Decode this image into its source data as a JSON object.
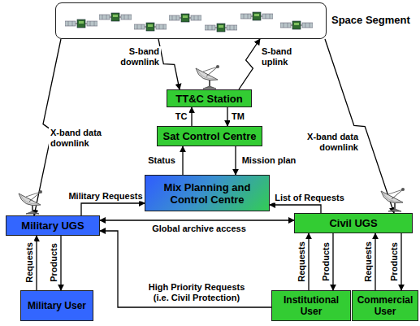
{
  "diagram": {
    "nodes": [
      {
        "text": [
          "Space Segment"
        ]
      },
      {
        "text": [
          "TT&C Station"
        ]
      },
      {
        "text": [
          "Sat Control Centre"
        ]
      },
      {
        "text": [
          "Mix Planning and Control Centre"
        ]
      },
      {
        "text": [
          "Military UGS"
        ]
      },
      {
        "text": [
          "Civil UGS"
        ]
      },
      {
        "text": [
          "Military User"
        ]
      },
      {
        "text": [
          "Institutional User"
        ]
      },
      {
        "text": [
          "Commercial User"
        ]
      }
    ],
    "edges": [
      {
        "from": 0,
        "to": 1,
        "label": "S-band downlink",
        "arrow": "to"
      },
      {
        "from": 1,
        "to": 0,
        "label": "S-band uplink",
        "arrow": "to"
      },
      {
        "from": 0,
        "to": 4,
        "label": "X-band data downlink",
        "arrow": "to"
      },
      {
        "from": 0,
        "to": 5,
        "label": "X-band data downlink",
        "arrow": "to"
      },
      {
        "from": 1,
        "to": 2,
        "label": "TM",
        "arrow": "to"
      },
      {
        "from": 2,
        "to": 1,
        "label": "TC",
        "arrow": "to"
      },
      {
        "from": 2,
        "to": 3,
        "label": "Mission plan",
        "arrow": "to"
      },
      {
        "from": 3,
        "to": 2,
        "label": "Status",
        "arrow": "to"
      },
      {
        "from": 4,
        "to": 3,
        "label": "Military Requests",
        "arrow": "to"
      },
      {
        "from": 5,
        "to": 3,
        "label": "List of Requests",
        "arrow": "to"
      },
      {
        "from": 4,
        "to": 5,
        "label": "Global archive access",
        "arrow": "both"
      },
      {
        "from": 6,
        "to": 4,
        "label": "Requests",
        "arrow": "to"
      },
      {
        "from": 4,
        "to": 6,
        "label": "Products",
        "arrow": "to"
      },
      {
        "from": 7,
        "to": 4,
        "label": "High Priority Requests (i.e. Civil Protection)",
        "arrow": "to"
      },
      {
        "from": 7,
        "to": 5,
        "label": "Requests",
        "arrow": "to"
      },
      {
        "from": 5,
        "to": 7,
        "label": "Products",
        "arrow": "to"
      },
      {
        "from": 8,
        "to": 5,
        "label": "Requests",
        "arrow": "to"
      },
      {
        "from": 5,
        "to": 8,
        "label": "Products",
        "arrow": "to"
      }
    ]
  }
}
